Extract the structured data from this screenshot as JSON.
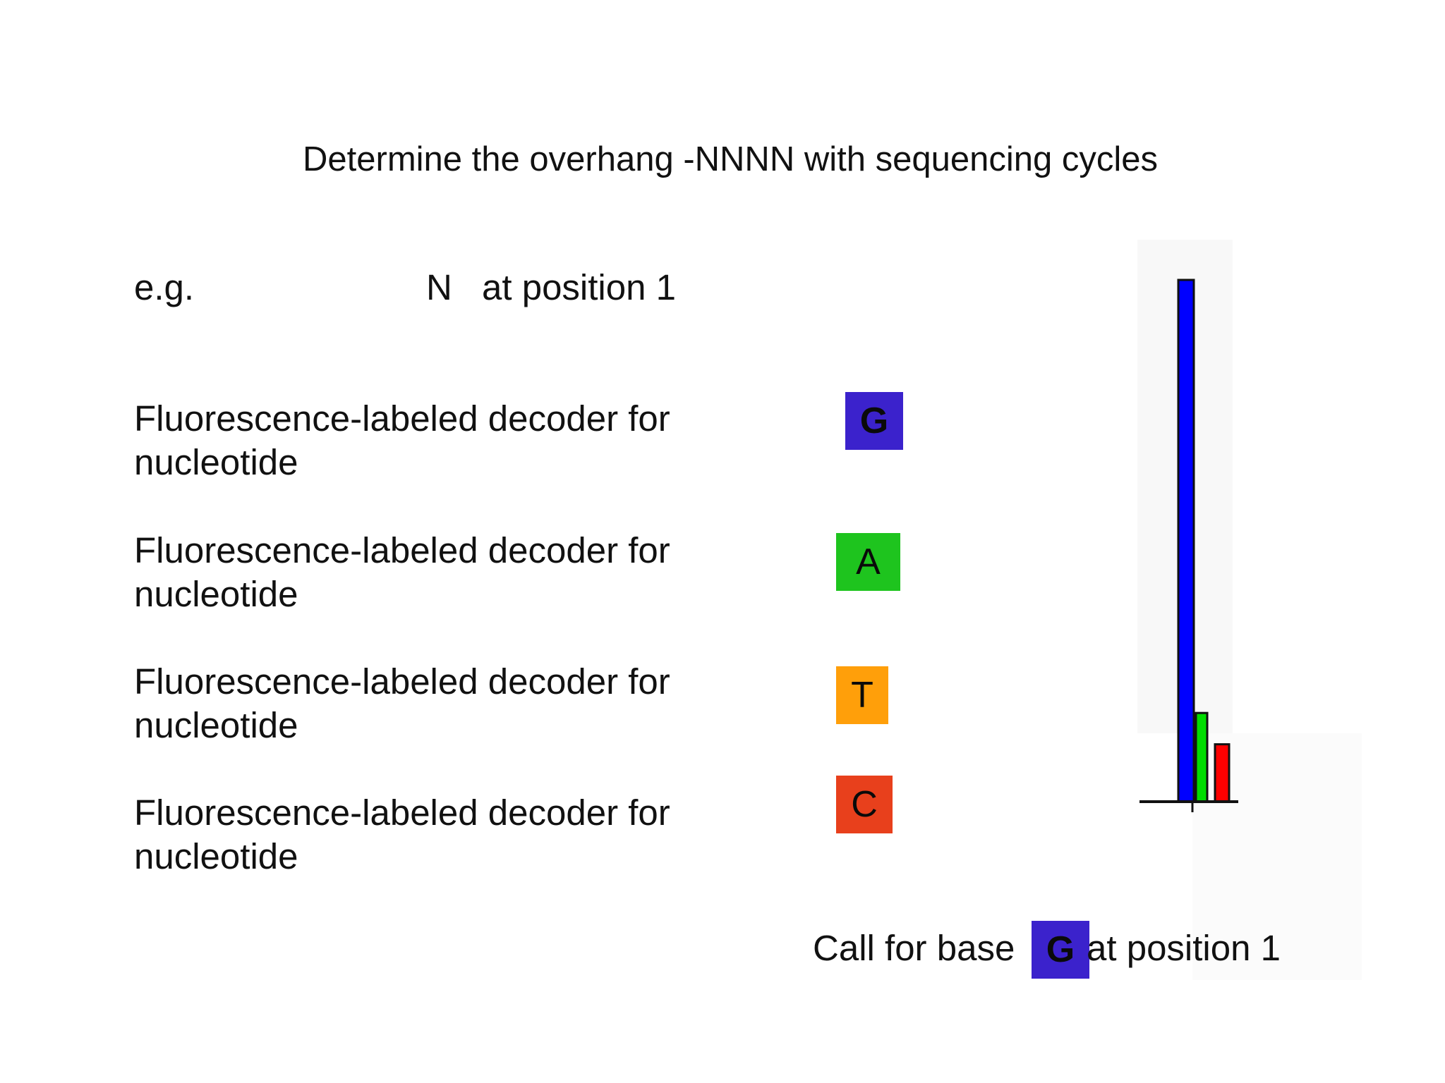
{
  "title": "Determine the overhang -NNNN with sequencing cycles",
  "example": {
    "eg_label": "e.g.",
    "n_label": "N",
    "position_label": "at position 1"
  },
  "decoders": [
    {
      "line1": "Fluorescence-labeled decoder for",
      "line2": "nucleotide",
      "base": "G",
      "color": "#3b22cc"
    },
    {
      "line1": "Fluorescence-labeled decoder for",
      "line2": "nucleotide",
      "base": "A",
      "color": "#1ec41e"
    },
    {
      "line1": "Fluorescence-labeled decoder for",
      "line2": "nucleotide",
      "base": "T",
      "color": "#ff9f0a"
    },
    {
      "line1": "Fluorescence-labeled decoder for",
      "line2": "nucleotide",
      "base": "C",
      "color": "#e8401c"
    }
  ],
  "signal_chart": {
    "series": [
      {
        "base": "G",
        "color": "#0000ff",
        "value": 1.0
      },
      {
        "base": "A",
        "color": "#00dd00",
        "value": 0.17
      },
      {
        "base": "C",
        "color": "#ff0000",
        "value": 0.11
      }
    ]
  },
  "call": {
    "prefix": "Call for base",
    "base": "G",
    "suffix": "at position 1",
    "color": "#3b22cc"
  }
}
